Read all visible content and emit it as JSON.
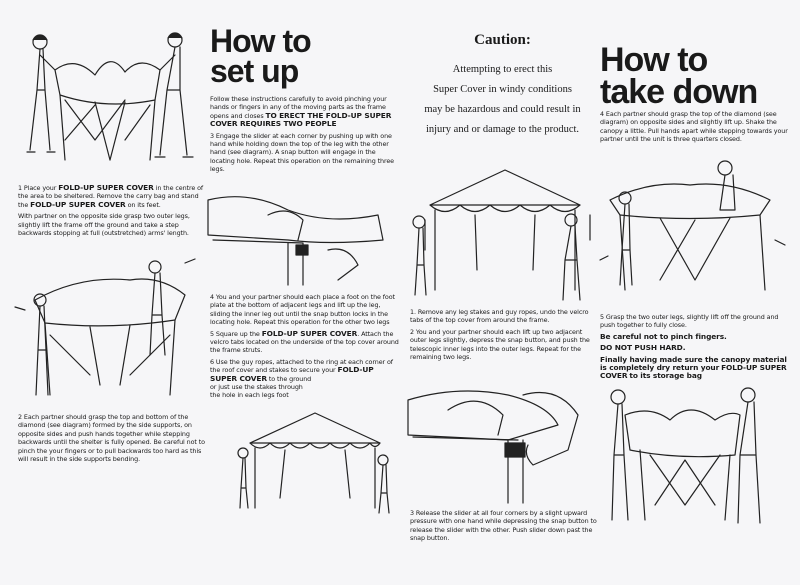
{
  "setup": {
    "title_line1": "How to",
    "title_line2": "set up",
    "intro": "Follow these instructions carefully to avoid pinching your hands or fingers in any of the moving parts as the frame opens and closes",
    "intro_bold": "TO ERECT THE FOLD-UP SUPER COVER REQUIRES TWO PEOPLE",
    "step1_a": "1 Place your",
    "step1_bold": "FOLD-UP SUPER COVER",
    "step1_b": "in the centre of the area to be sheltered. Remove the carry bag and stand the",
    "step1_bold2": "FOLD-UP SUPER COVER",
    "step1_c": "on its feet.",
    "step1_p2": "With partner on the opposite side grasp two outer legs, slightly lift the frame off the ground and take a step backwards stopping at full (outstretched) arms' length.",
    "step2": "2 Each partner should grasp the top and bottom of the diamond (see diagram) formed by the side supports, on opposite sides and push hands together while stepping backwards until the shelter is fully opened. Be careful not to pinch the your fingers or to pull backwards too hard as this will result in the side supports bending.",
    "step3": "3 Engage the slider at each corner by pushing up with one hand while holding down the top of the leg with the other hand (see diagram). A snap button will engage in the locating hole. Repeat this operation on the remaining three legs.",
    "step4": "4 You and your partner should each place a foot on the foot plate at the bottom of adjacent legs and lift up the leg, sliding the inner leg out until the snap button locks in the locating hole. Repeat this operation for the other two legs",
    "step5_a": "5 Square up the",
    "step5_bold": "FOLD-UP SUPER COVER",
    "step5_b": ". Attach the velcro tabs located on the underside of the top cover around the frame struts.",
    "step6_a": "6 Use the guy ropes, attached to the ring at each corner of the roof cover and stakes to secure your",
    "step6_bold": "FOLD-UP SUPER COVER",
    "step6_b": "to the ground",
    "step6_c": "or just use the stakes through",
    "step6_d": "the hole in each legs foot"
  },
  "caution": {
    "title": "Caution:",
    "line1": "Attempting to erect this",
    "line2": "Super Cover in windy conditions",
    "line3": "may be hazardous and could result in",
    "line4": "injury and or damage to the product."
  },
  "takedown": {
    "title_line1": "How to",
    "title_line2": "take down",
    "step1": "1. Remove any leg stakes and guy ropes, undo the velcro tabs of the top cover from around the frame.",
    "step2": "2 You and your partner should each lift up two adjacent outer legs slightly, depress the snap button, and push the telescopic inner legs into the outer legs. Repeat for the remaining two legs.",
    "step3": "3 Release the slider at all four corners by a slight upward pressure with one hand while depressing the snap button to release the slider with the other. Push slider down past the snap button.",
    "step4": "4 Each partner should grasp the top of the diamond (see diagram) on opposite sides and slightly lift up. Shake the canopy a little. Pull hands apart while stepping towards your partner until the unit is three quarters closed.",
    "step5": "5 Grasp the two outer legs, slightly lift off the ground and push together to fully close.",
    "warn1": "Be careful not to pinch fingers.",
    "warn2": "DO NOT PUSH HARD.",
    "final_a": "Finally having made sure the canopy material is completely dry return your",
    "final_bold": "FOLD-UP SUPER COVER",
    "final_b": "to its storage bag"
  }
}
